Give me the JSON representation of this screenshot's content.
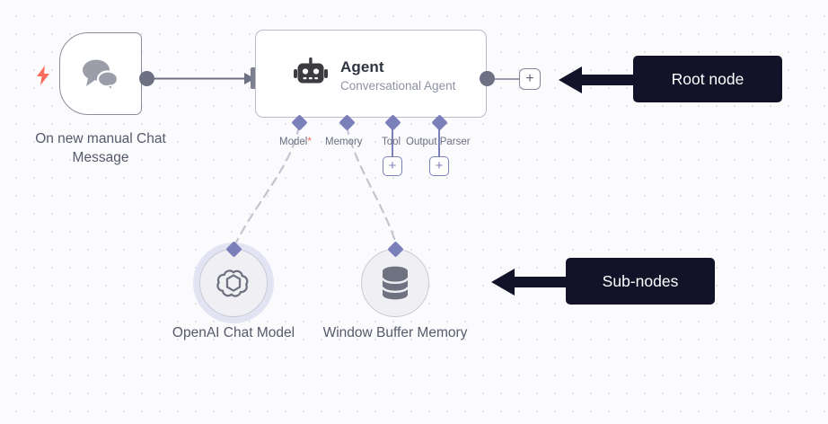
{
  "canvas": {
    "background_color": "#fbfbfd",
    "grid_dot_color": "#e4e4e9"
  },
  "nodes": {
    "trigger": {
      "label": "On new manual Chat Message",
      "icon": "chat-bubbles-icon",
      "badge_icon": "lightning-bolt-icon",
      "badge_color": "#fb6b5b",
      "border_color": "#8b8f9c"
    },
    "agent": {
      "title": "Agent",
      "subtitle": "Conversational Agent",
      "icon": "robot-icon",
      "border_color": "#b9bcc8",
      "ports": [
        {
          "label": "Model",
          "required": true,
          "required_marker": "*",
          "has_plus": false
        },
        {
          "label": "Memory",
          "required": false,
          "required_marker": "",
          "has_plus": false
        },
        {
          "label": "Tool",
          "required": false,
          "required_marker": "",
          "has_plus": true
        },
        {
          "label": "Output Parser",
          "required": false,
          "required_marker": "",
          "has_plus": true
        }
      ],
      "output_plus_label": "+"
    },
    "subnodes": [
      {
        "label": "OpenAI Chat Model",
        "icon": "openai-logo-icon",
        "selected": true
      },
      {
        "label": "Window Buffer Memory",
        "icon": "database-icon",
        "selected": false
      }
    ]
  },
  "annotations": [
    {
      "text": "Root node",
      "background": "#121329",
      "text_color": "#ffffff"
    },
    {
      "text": "Sub-nodes",
      "background": "#121329",
      "text_color": "#ffffff"
    }
  ],
  "symbols": {
    "plus": "+"
  }
}
